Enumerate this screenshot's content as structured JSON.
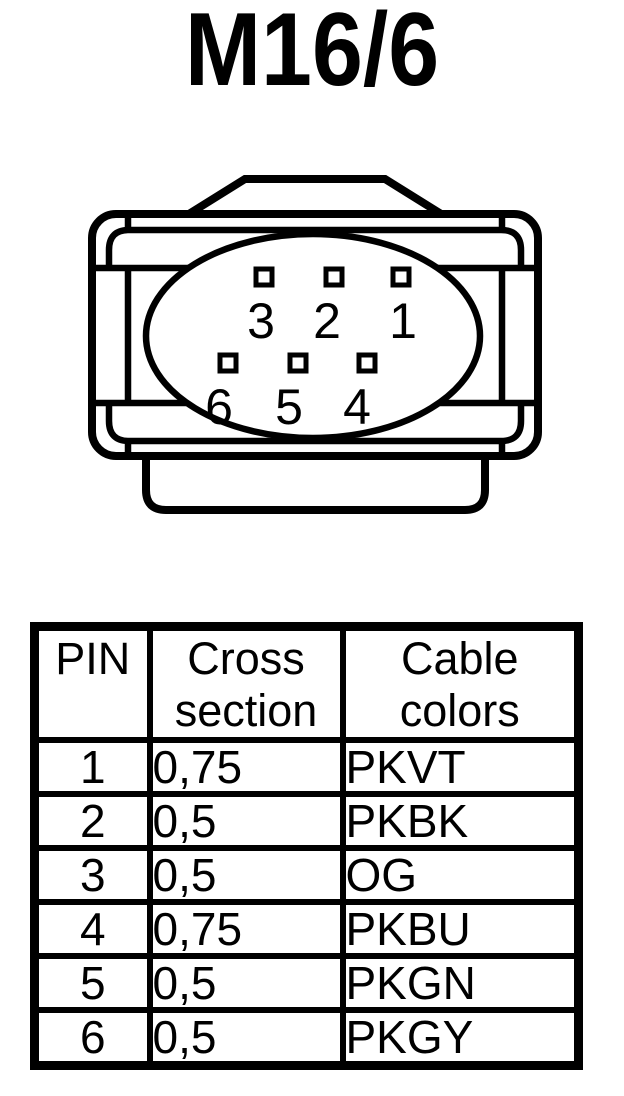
{
  "title": "M16/6",
  "colors": {
    "ink": "#000000",
    "background": "#ffffff"
  },
  "connector": {
    "description": "6-pin connector face, oval insert, two rows of square terminals",
    "pins": [
      {
        "label": "3"
      },
      {
        "label": "2"
      },
      {
        "label": "1"
      },
      {
        "label": "6"
      },
      {
        "label": "5"
      },
      {
        "label": "4"
      }
    ]
  },
  "table": {
    "headers": {
      "pin": "PIN",
      "cross_section": "Cross section",
      "cable_colors": "Cable colors"
    },
    "rows": [
      {
        "pin": "1",
        "cross_section": "0,75",
        "cable_color": "PKVT"
      },
      {
        "pin": "2",
        "cross_section": "0,5",
        "cable_color": "PKBK"
      },
      {
        "pin": "3",
        "cross_section": "0,5",
        "cable_color": "OG"
      },
      {
        "pin": "4",
        "cross_section": "0,75",
        "cable_color": "PKBU"
      },
      {
        "pin": "5",
        "cross_section": "0,5",
        "cable_color": "PKGN"
      },
      {
        "pin": "6",
        "cross_section": "0,5",
        "cable_color": "PKGY"
      }
    ]
  }
}
